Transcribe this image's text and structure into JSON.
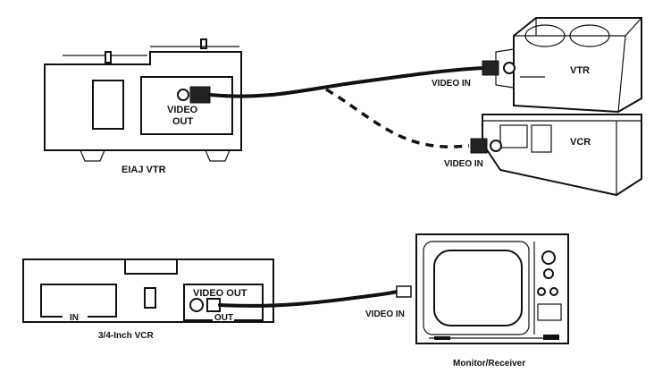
{
  "top": {
    "eiaj_label": "EIAJ VTR",
    "video_out_line1": "VIDEO",
    "video_out_line2": "OUT",
    "vtr_label": "VTR",
    "vcr_label": "VCR",
    "video_in_vtr": "VIDEO IN",
    "video_in_vcr": "VIDEO IN"
  },
  "bottom": {
    "vcr_label": "3/4-Inch VCR",
    "in_label": "IN",
    "video_out_label": "VIDEO OUT",
    "out_label": "OUT",
    "video_in_label": "VIDEO IN",
    "monitor_label": "Monitor/Receiver"
  }
}
